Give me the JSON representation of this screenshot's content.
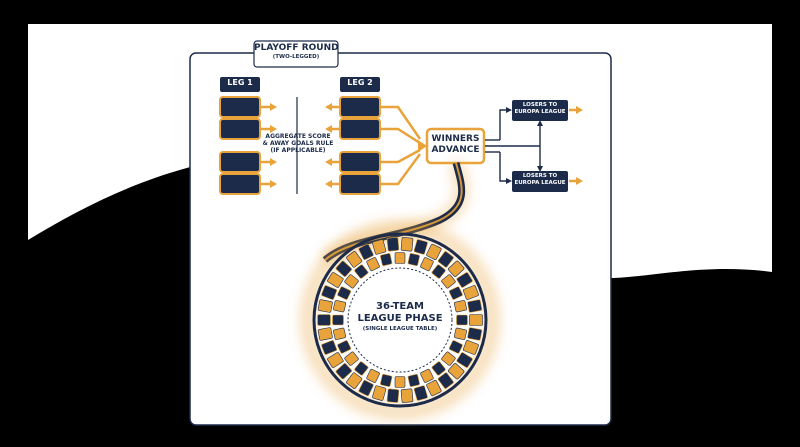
{
  "playoff": {
    "title": "PLAYOFF ROUND",
    "subtitle": "(TWO-LEGGED)",
    "leg1_label": "LEG 1",
    "leg2_label": "LEG 2",
    "aggregate_line1": "AGGREGATE SCORE",
    "aggregate_line2": "& AWAY GOALS RULE",
    "aggregate_line3": "(IF APPLICABLE)",
    "winners_line1": "WINNERS",
    "winners_line2": "ADVANCE",
    "losers_top_line1": "LOSERS TO",
    "losers_top_line2": "EUROPA LEAGUE",
    "losers_bottom_line1": "LOSERS TO",
    "losers_bottom_line2": "EUROPA LEAGUE"
  },
  "league": {
    "line1": "36-TEAM",
    "line2": "LEAGUE PHASE",
    "line3": "(SINGLE LEAGUE TABLE)"
  },
  "colors": {
    "navy": "#1c2b4a",
    "gold": "#e8a33a",
    "panel": "#ffffff",
    "background": "#000000",
    "wave": "#ffffff"
  }
}
